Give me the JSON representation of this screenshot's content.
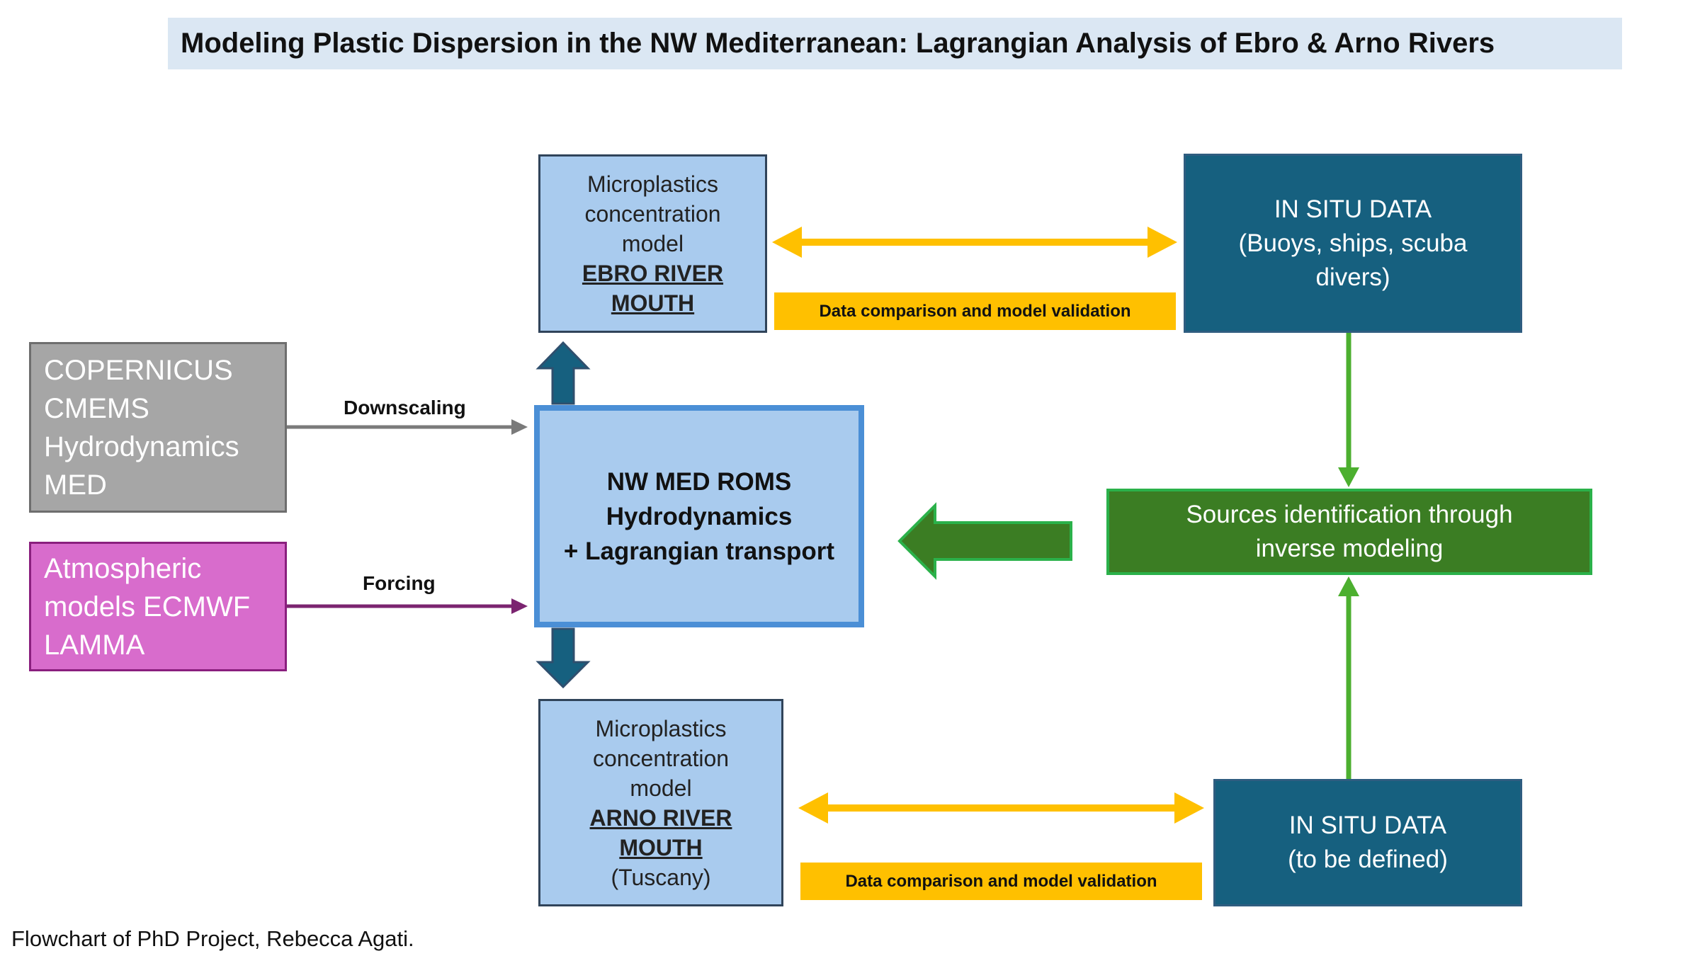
{
  "title": "Modeling Plastic Dispersion in the NW Mediterranean: Lagrangian Analysis of Ebro & Arno Rivers",
  "nodes": {
    "ebro_model": {
      "lines": [
        "Microplastics",
        "concentration",
        "model"
      ],
      "strong_lines": [
        "EBRO RIVER",
        "MOUTH"
      ]
    },
    "arno_model": {
      "lines": [
        "Microplastics",
        "concentration",
        "model"
      ],
      "strong_lines": [
        "ARNO RIVER",
        "MOUTH"
      ],
      "tail": "(Tuscany)"
    },
    "insitu_ebro": {
      "lines": [
        "IN SITU DATA",
        "(Buoys, ships, scuba",
        "divers)"
      ]
    },
    "insitu_arno": {
      "lines": [
        "IN SITU DATA",
        "(to be defined)"
      ]
    },
    "copernicus": {
      "lines": [
        "COPERNICUS",
        "CMEMS",
        "Hydrodynamics",
        "MED"
      ]
    },
    "atmospheric": {
      "lines": [
        "Atmospheric",
        "models ECMWF",
        "LAMMA"
      ]
    },
    "roms": {
      "lines": [
        "NW MED ROMS",
        "Hydrodynamics",
        "+ Lagrangian transport"
      ]
    },
    "sources": {
      "lines": [
        "Sources identification through",
        "inverse modeling"
      ]
    }
  },
  "edges": {
    "downscaling": "Downscaling",
    "forcing": "Forcing",
    "validation_top": "Data comparison and model validation",
    "validation_bottom": "Data comparison and model validation"
  },
  "caption": "Flowchart of PhD Project, Rebecca Agati.",
  "colors": {
    "title_bg": "#dbe7f3",
    "light_blue": "#a9cbee",
    "dark_blue": "#16607f",
    "grey": "#a6a6a6",
    "pink": "#d86ccc",
    "green": "#3b7d23",
    "yellow": "#ffc000"
  }
}
